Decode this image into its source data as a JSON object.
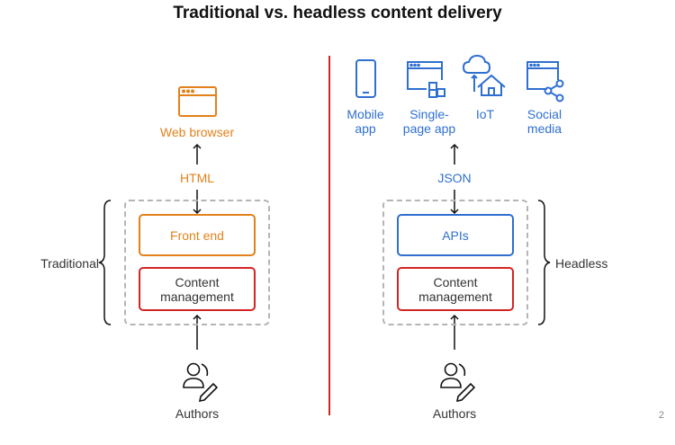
{
  "title": "Traditional vs. headless content delivery",
  "traditional": {
    "side_label": "Traditional",
    "client_label": "Web browser",
    "format_label": "HTML",
    "front_end_label": "Front end",
    "cms_label": "Content\nmanagement",
    "authors_label": "Authors",
    "browser_icon": "browser-window-icon",
    "authors_icon": "authors-pen-icon"
  },
  "headless": {
    "side_label": "Headless",
    "format_label": "JSON",
    "api_label": "APIs",
    "cms_label": "Content\nmanagement",
    "authors_label": "Authors",
    "clients": [
      {
        "label": "Mobile\napp",
        "icon": "mobile-phone-icon"
      },
      {
        "label": "Single-\npage app",
        "icon": "single-page-app-icon"
      },
      {
        "label": "IoT",
        "icon": "iot-cloud-home-icon"
      },
      {
        "label": "Social\nmedia",
        "icon": "social-share-icon"
      }
    ]
  },
  "page_number": "2",
  "colors": {
    "orange": "#e2811a",
    "blue": "#2f6fd0",
    "red": "#d42525",
    "divider": "#d42525",
    "dashed": "#b5b5b5",
    "text": "#333333"
  }
}
